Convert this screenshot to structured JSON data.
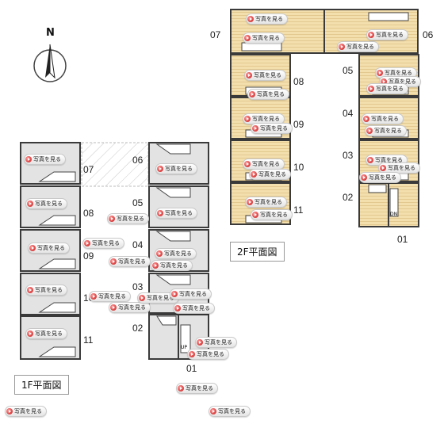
{
  "compass": {
    "label": "N"
  },
  "floor1": {
    "title": "1F平面図"
  },
  "floor2": {
    "title": "2F平面図"
  },
  "photo_label": "写真を見る",
  "units_1f": [
    "01",
    "02",
    "03",
    "04",
    "05",
    "06",
    "07",
    "08",
    "09",
    "10",
    "11"
  ],
  "units_2f": [
    "01",
    "02",
    "03",
    "04",
    "05",
    "06",
    "07",
    "08",
    "09",
    "10",
    "11"
  ],
  "stair_tags": {
    "up": "UP",
    "dn": "DN"
  },
  "colors": {
    "floor_wood": "#f3dfae",
    "room_gray": "#e3e3e3",
    "wall": "#3a3a3a",
    "photo_dot": "#c81414"
  }
}
